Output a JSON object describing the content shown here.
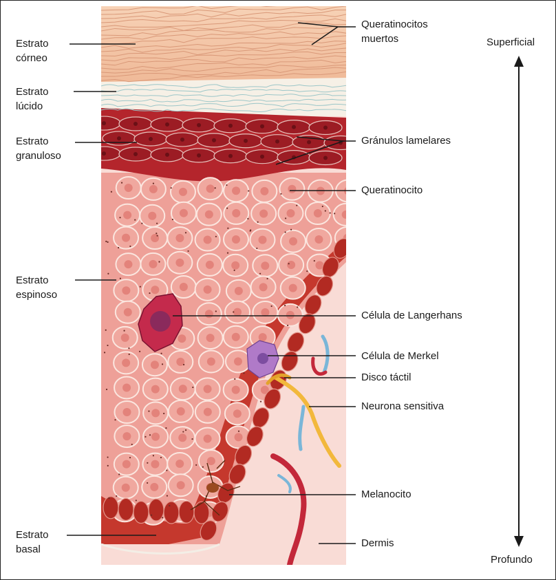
{
  "left_labels": [
    {
      "line1": "Estrato",
      "line2": "córneo"
    },
    {
      "line1": "Estrato",
      "line2": "lúcido"
    },
    {
      "line1": "Estrato",
      "line2": "granuloso"
    },
    {
      "line1": "Estrato",
      "line2": "espinoso"
    },
    {
      "line1": "Estrato",
      "line2": "basal"
    }
  ],
  "right_labels": [
    {
      "line1": "Queratinocitos",
      "line2": "muertos"
    },
    {
      "line1": "Gránulos lamelares"
    },
    {
      "line1": "Queratinocito"
    },
    {
      "line1": "Célula de Langerhans"
    },
    {
      "line1": "Célula de Merkel"
    },
    {
      "line1": "Disco táctil"
    },
    {
      "line1": "Neurona sensitiva"
    },
    {
      "line1": "Melanocito"
    },
    {
      "line1": "Dermis"
    }
  ],
  "direction": {
    "top": "Superficial",
    "bottom": "Profundo"
  },
  "colors": {
    "corneum": "#f3c4a4",
    "lucidum": "#f6f0e6",
    "granulosum": "#b4252c",
    "spinosum": "#eea098",
    "basal": "#c5382d",
    "dermis": "#f9dcd6",
    "langerhans": "#c42a4c",
    "merkel": "#b07ac8",
    "nerve": "#f2b83c"
  }
}
